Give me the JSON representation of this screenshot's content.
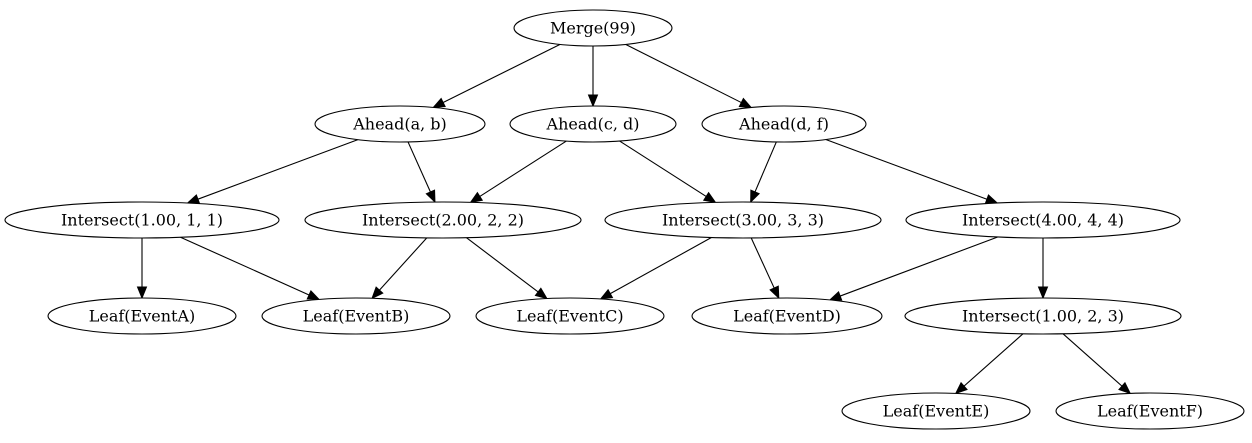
{
  "graph": {
    "nodes": [
      {
        "id": "n0",
        "label": "Merge(99)"
      },
      {
        "id": "n1",
        "label": "Ahead(a, b)"
      },
      {
        "id": "n2",
        "label": "Ahead(c, d)"
      },
      {
        "id": "n3",
        "label": "Ahead(d, f)"
      },
      {
        "id": "n4",
        "label": "Intersect(1.00, 1, 1)"
      },
      {
        "id": "n5",
        "label": "Intersect(2.00, 2, 2)"
      },
      {
        "id": "n6",
        "label": "Intersect(3.00, 3, 3)"
      },
      {
        "id": "n7",
        "label": "Intersect(4.00, 4, 4)"
      },
      {
        "id": "n8",
        "label": "Leaf(EventA)"
      },
      {
        "id": "n9",
        "label": "Leaf(EventB)"
      },
      {
        "id": "n10",
        "label": "Leaf(EventC)"
      },
      {
        "id": "n11",
        "label": "Leaf(EventD)"
      },
      {
        "id": "n12",
        "label": "Intersect(1.00, 2, 3)"
      },
      {
        "id": "n13",
        "label": "Leaf(EventE)"
      },
      {
        "id": "n14",
        "label": "Leaf(EventF)"
      }
    ],
    "edges": [
      {
        "from": "n0",
        "to": "n1"
      },
      {
        "from": "n0",
        "to": "n2"
      },
      {
        "from": "n0",
        "to": "n3"
      },
      {
        "from": "n1",
        "to": "n4"
      },
      {
        "from": "n1",
        "to": "n5"
      },
      {
        "from": "n2",
        "to": "n5"
      },
      {
        "from": "n2",
        "to": "n6"
      },
      {
        "from": "n3",
        "to": "n6"
      },
      {
        "from": "n3",
        "to": "n7"
      },
      {
        "from": "n4",
        "to": "n8"
      },
      {
        "from": "n4",
        "to": "n9"
      },
      {
        "from": "n5",
        "to": "n9"
      },
      {
        "from": "n5",
        "to": "n10"
      },
      {
        "from": "n6",
        "to": "n10"
      },
      {
        "from": "n6",
        "to": "n11"
      },
      {
        "from": "n7",
        "to": "n11"
      },
      {
        "from": "n7",
        "to": "n12"
      },
      {
        "from": "n12",
        "to": "n13"
      },
      {
        "from": "n12",
        "to": "n14"
      }
    ]
  }
}
